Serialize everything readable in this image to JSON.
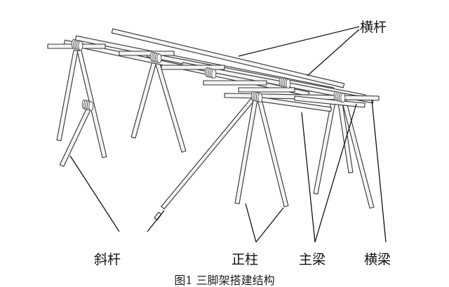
{
  "labels": {
    "crossbar_top": "横杆",
    "diagonal_rod": "斜杆",
    "upright_post": "正柱",
    "main_beam": "主梁",
    "cross_beam": "横梁"
  },
  "caption": "图1  三脚架搭建结构",
  "colors": {
    "rod_fill": "#f4f4f4",
    "rod_stroke": "#333333",
    "leader": "#111111",
    "lashing": "#555555"
  }
}
